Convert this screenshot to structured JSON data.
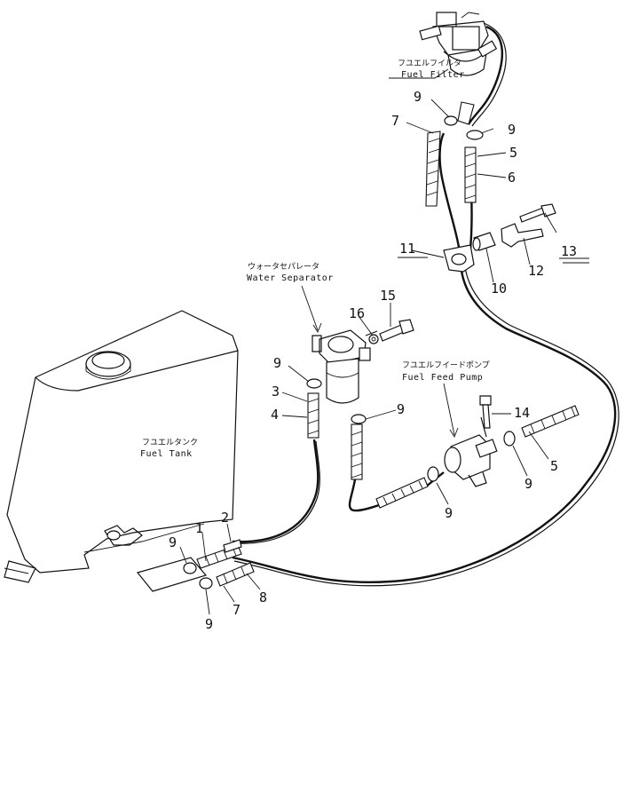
{
  "labels": {
    "fuel_filter_jp": "フユエルフイルタ",
    "fuel_filter_en": "Fuel Filter",
    "water_separator_jp": "ウォータセパレータ",
    "water_separator_en": "Water Separator",
    "fuel_feed_pump_jp": "フユエルフイードポンプ",
    "fuel_feed_pump_en": "Fuel Feed Pump",
    "fuel_tank_jp": "フユエルタンク",
    "fuel_tank_en": "Fuel Tank"
  },
  "callouts": {
    "c9_filter_left": "9",
    "c9_filter_right": "9",
    "c7_top": "7",
    "c5_top": "5",
    "c6": "6",
    "c13": "13",
    "c11": "11",
    "c12": "12",
    "c10": "10",
    "c15": "15",
    "c16": "16",
    "c9_sep_left": "9",
    "c3": "3",
    "c4": "4",
    "c9_sep_right": "9",
    "c14": "14",
    "c5_pump": "5",
    "c9_pump_right": "9",
    "c9_pump_left": "9",
    "c2": "2",
    "c1": "1",
    "c9_tank_upper": "9",
    "c8": "8",
    "c7_bottom": "7",
    "c9_tank_lower": "9"
  }
}
